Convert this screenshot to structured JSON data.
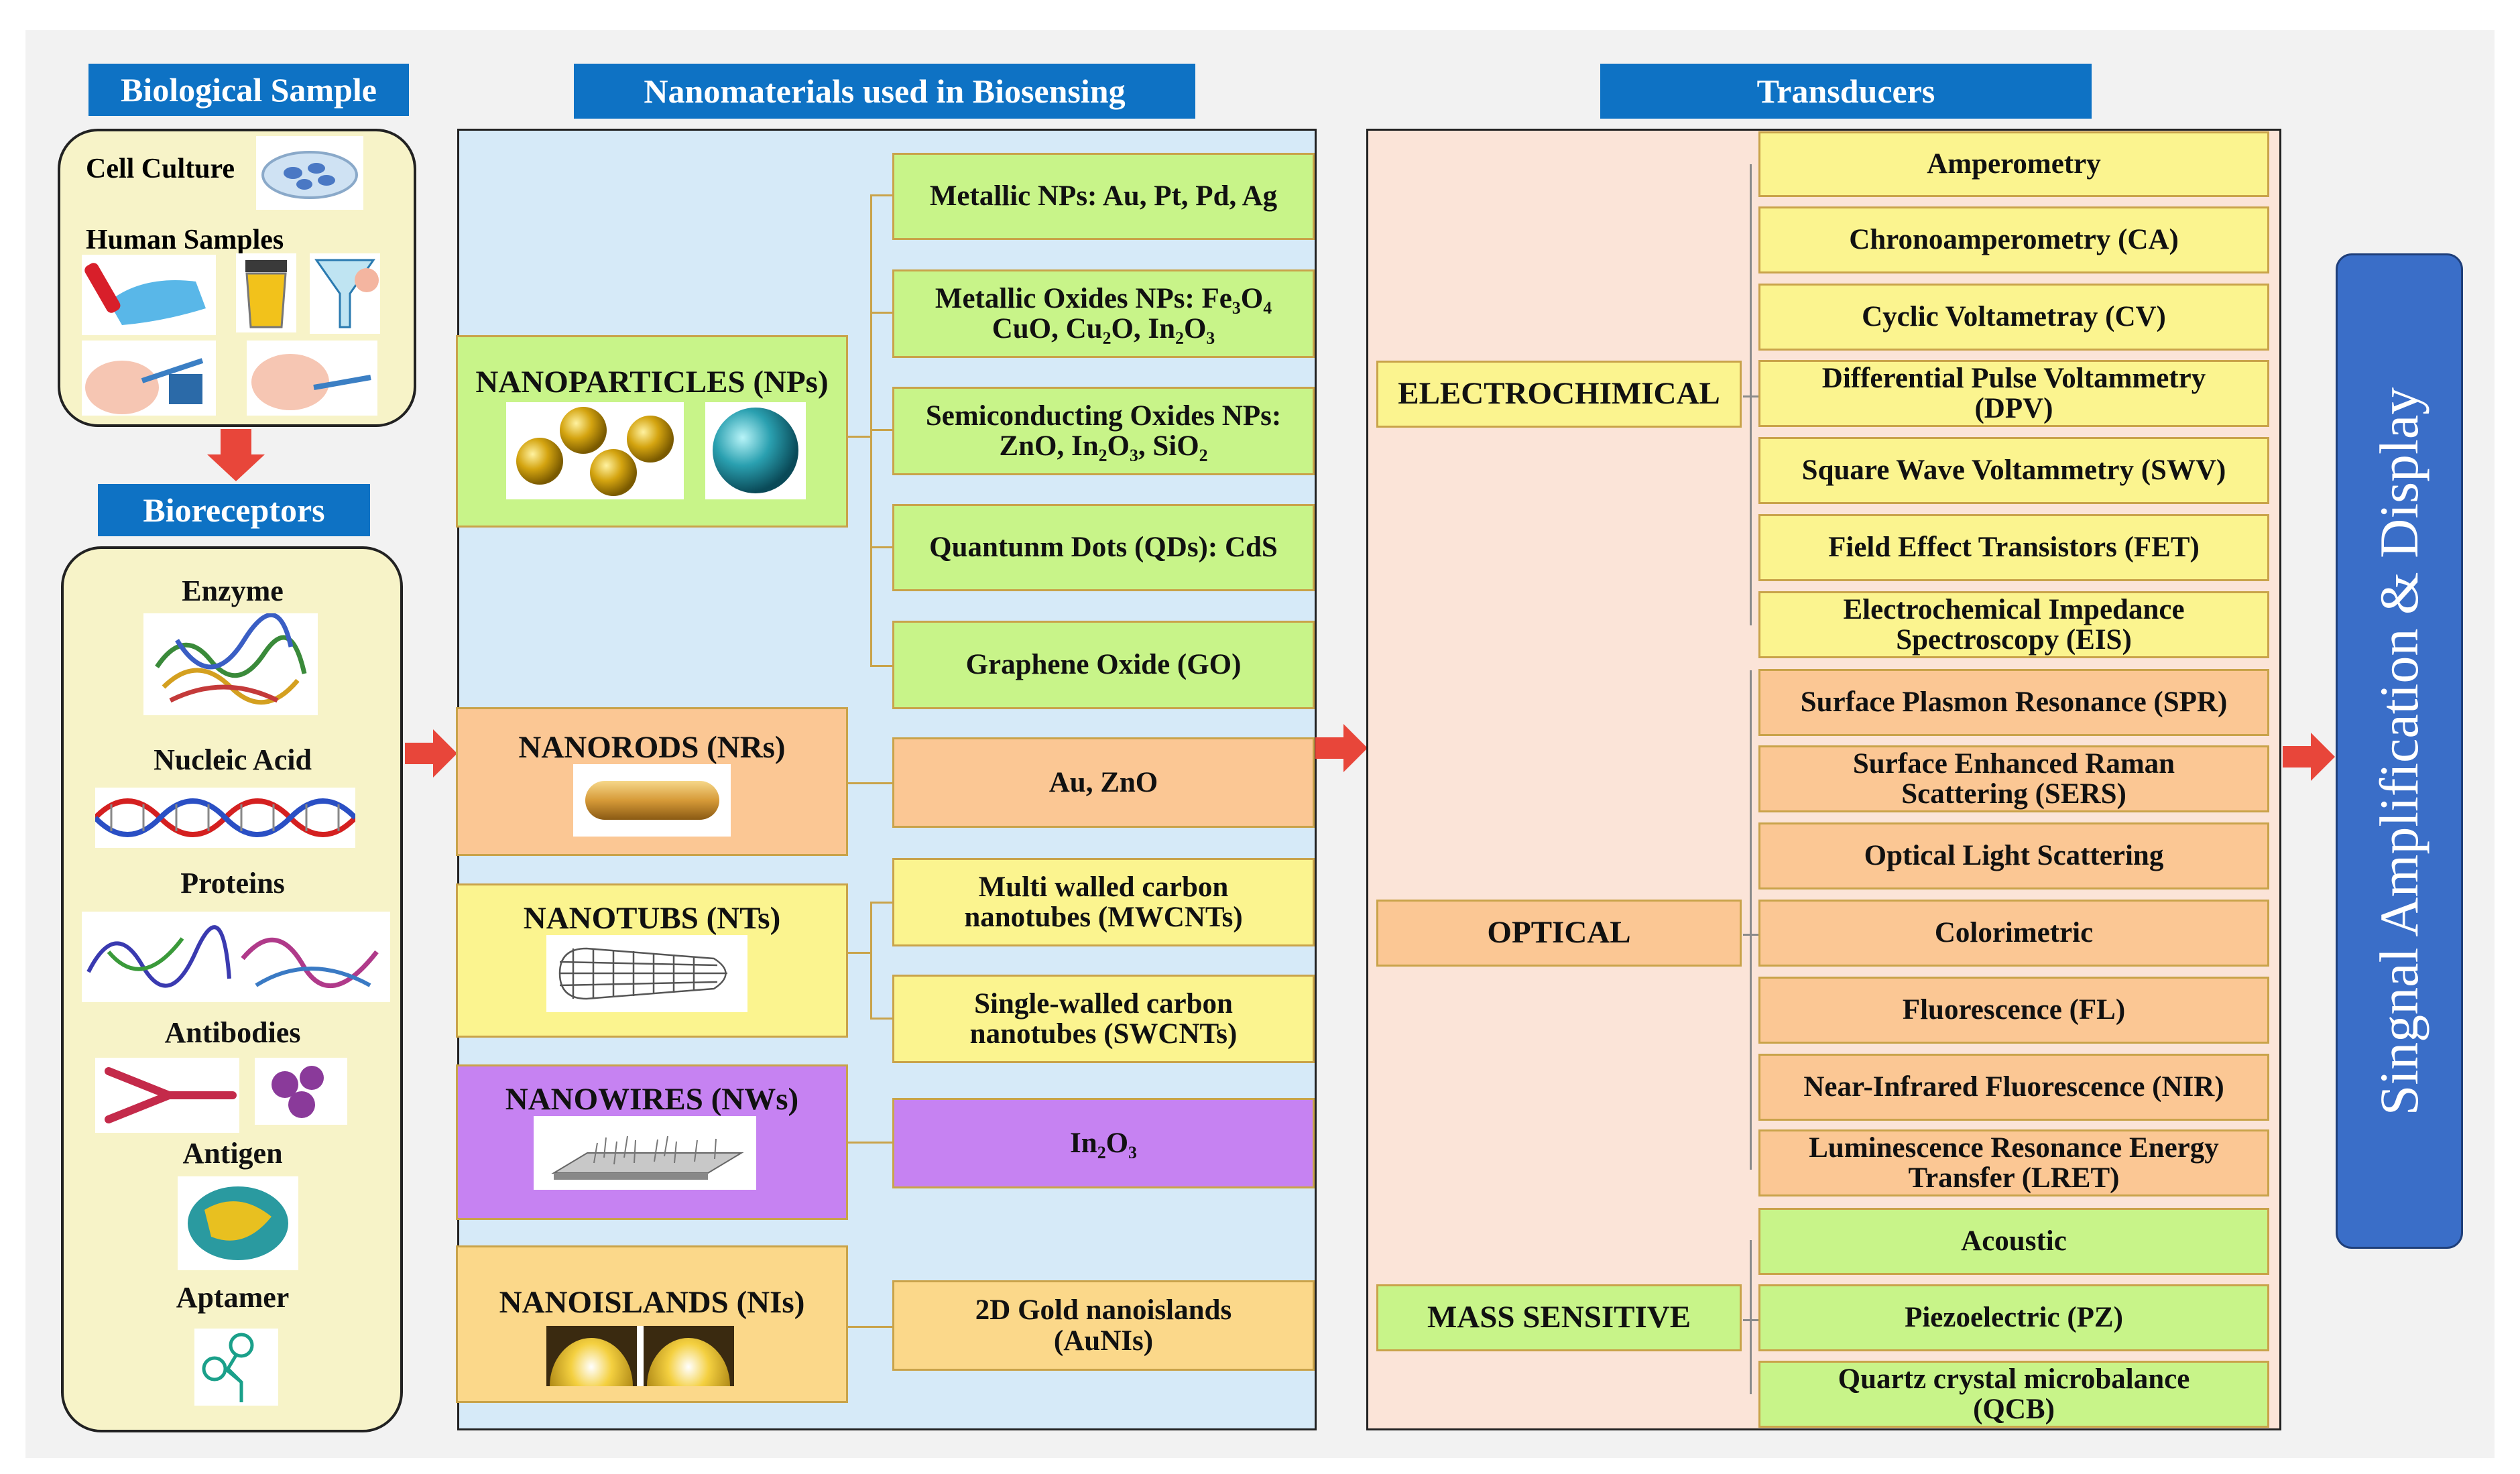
{
  "headers": {
    "biological_sample": "Biological Sample",
    "bioreceptors": "Bioreceptors",
    "nanomaterials": "Nanomaterials used in Biosensing",
    "transducers": "Transducers"
  },
  "sample": {
    "cell_culture": "Cell Culture",
    "human_samples": "Human Samples"
  },
  "bioreceptors": [
    "Enzyme",
    "Nucleic Acid",
    "Proteins",
    "Antibodies",
    "Antigen",
    "Aptamer"
  ],
  "nano_categories": {
    "nps": "NANOPARTICLES (NPs)",
    "nrs": "NANORODS (NRs)",
    "nts": "NANOTUBS (NTs)",
    "nws": "NANOWIRES (NWs)",
    "nis": "NANOISLANDS (NIs)"
  },
  "nano_items": {
    "metallic": "Metallic NPs: Au, Pt, Pd,  Ag",
    "oxides_1": "Metallic Oxides NPs: Fe₃O₄",
    "oxides_2": "CuO, Cu₂O, In₂O₃",
    "semi_1": "Semiconducting Oxides NPs:",
    "semi_2": "ZnO, In₂O₃, SiO₂",
    "qds": "Quantunm Dots (QDs): CdS",
    "go": "Graphene Oxide (GO)",
    "au_zno": "Au, ZnO",
    "mwcnt_1": "Multi walled carbon",
    "mwcnt_2": "nanotubes (MWCNTs)",
    "swcnt_1": "Single-walled carbon",
    "swcnt_2": "nanotubes (SWCNTs)",
    "in2o3": "In₂O₃",
    "auni_1": "2D Gold nanoislands",
    "auni_2": "(AuNIs)"
  },
  "transducer_categories": {
    "electro": "ELECTROCHIMICAL",
    "optical": "OPTICAL",
    "mass": "MASS SENSITIVE"
  },
  "electrochemical": [
    "Amperometry",
    "Chronoamperometry (CA)",
    "Cyclic Voltametray (CV)",
    "Differential Pulse Voltammetry",
    "(DPV)",
    "Square Wave Voltammetry (SWV)",
    "Field Effect Transistors (FET)",
    "Electrochemical Impedance",
    "Spectroscopy (EIS)"
  ],
  "optical": [
    "Surface Plasmon Resonance (SPR)",
    "Surface Enhanced Raman",
    "Scattering (SERS)",
    "Optical Light Scattering",
    "Colorimetric",
    "Fluorescence (FL)",
    "Near-Infrared Fluorescence (NIR)",
    "Luminescence Resonance Energy",
    "Transfer (LRET)"
  ],
  "mass": [
    "Acoustic",
    "Piezoelectric (PZ)",
    "Quartz crystal microbalance",
    "(QCB)"
  ],
  "signal": "Singnal Amplification & Display",
  "colors": {
    "header_blue": "#0e72c4",
    "yellow": "#fbf48f",
    "green": "#c8f489",
    "orange": "#fbc794",
    "purple": "#c682f2",
    "arrow_red": "#e8463a",
    "signal_blue": "#3a6ec8"
  }
}
